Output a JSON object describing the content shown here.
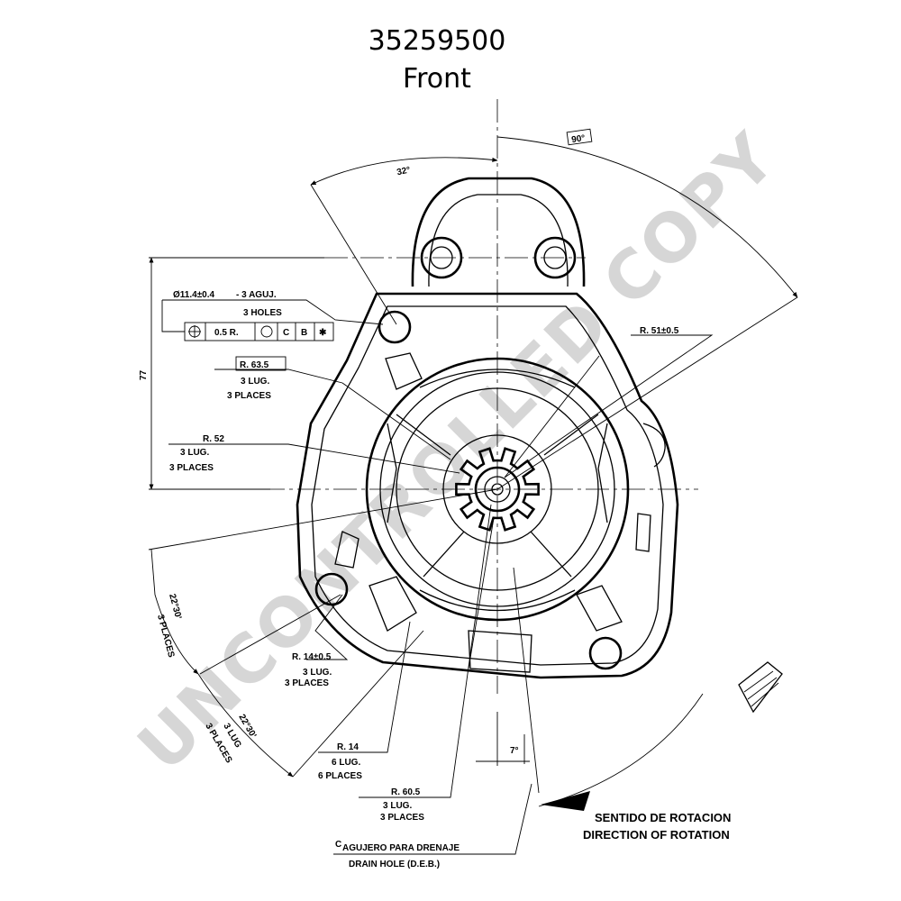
{
  "title": {
    "part_number": "35259500",
    "view": "Front"
  },
  "watermark": "UNCONTROLLED COPY",
  "dimensions": {
    "angle_90": "90°",
    "angle_32": "32°",
    "height_77": "77",
    "hole_diameter": "Ø11.4±0.4",
    "hole_count_es": "- 3 AGUJ.",
    "hole_count_en": "3 HOLES",
    "feature_control": {
      "tolerance": "0.5 R.",
      "datum_c": "C",
      "datum_b": "B",
      "note": "✱"
    },
    "r63_5": "R. 63.5",
    "r63_5_lug": "3 LUG.",
    "r63_5_places": "3 PLACES",
    "r52": "R. 52",
    "r52_lug": "3 LUG.",
    "r52_places": "3 PLACES",
    "r51": "R. 51±0.5",
    "angle_22_30_a": "22°30'",
    "angle_22_30_a_places": "3 PLACES",
    "angle_22_30_b": "22°30'",
    "angle_22_30_b_lug": "3 LUG",
    "angle_22_30_b_places": "3 PLACES",
    "r14_5": "R. 14±0.5",
    "r14_5_lug": "3 LUG.",
    "r14_5_places": "3 PLACES",
    "r14": "R. 14",
    "r14_lug": "6 LUG.",
    "r14_places": "6 PLACES",
    "r60_5": "R. 60.5",
    "r60_5_lug": "3 LUG.",
    "r60_5_places": "3 PLACES",
    "angle_7": "7°"
  },
  "notes": {
    "drain_es_prefix": "C",
    "drain_es": "AGUJERO PARA DRENAJE",
    "drain_en": "DRAIN HOLE (D.E.B.)",
    "rotation_es": "SENTIDO DE ROTACION",
    "rotation_en": "DIRECTION OF ROTATION"
  }
}
